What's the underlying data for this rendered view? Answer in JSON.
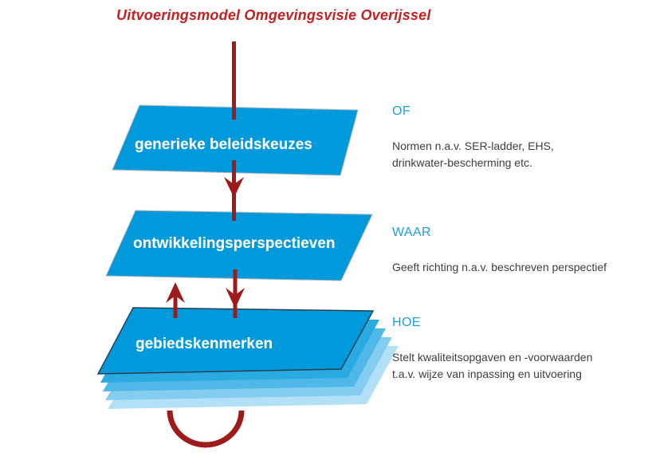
{
  "title": "Uitvoeringsmodel Omgevingsvisie Overijssel",
  "diagram_type": "flow-diagram",
  "layers": [
    {
      "label": "generieke beleidskeuzes",
      "keyword": "OF",
      "desc": [
        "Normen n.a.v. SER-ladder, EHS,",
        "drinkwater-bescherming etc."
      ]
    },
    {
      "label": "ontwikkelingsperspectieven",
      "keyword": "WAAR",
      "desc": [
        "Geeft richting n.a.v. beschreven perspectief"
      ]
    },
    {
      "label": "gebiedskenmerken",
      "keyword": "HOE",
      "desc": [
        "Stelt kwaliteitsopgaven en -voorwaarden",
        "t.a.v. wijze van inpassing en uitvoering"
      ]
    }
  ],
  "connections": [
    {
      "from": "title",
      "to": "generieke beleidskeuzes",
      "direction": "down"
    },
    {
      "from": "generieke beleidskeuzes",
      "to": "ontwikkelingsperspectieven",
      "direction": "down"
    },
    {
      "from": "ontwikkelingsperspectieven",
      "to": "gebiedskenmerken",
      "direction": "down"
    },
    {
      "from": "gebiedskenmerken",
      "to": "ontwikkelingsperspectieven",
      "direction": "up"
    },
    {
      "from": "gebiedskenmerken",
      "to": "gebiedskenmerken",
      "direction": "feedback-loop"
    }
  ],
  "colors": {
    "title_red": "#C42020",
    "arrow_red": "#9E1B1B",
    "shape_blue": "#0099DC",
    "shape_border_gray": "#B5B5B5",
    "stack_border_dark": "#25404F",
    "stack_blues": [
      "#29AAE1",
      "#4FB8E8",
      "#84CDF0",
      "#B2E1F7"
    ],
    "keyword_blue": "#1E9FDB",
    "label_white": "#FFFFFF",
    "text_dark": "#3D3D3D"
  }
}
